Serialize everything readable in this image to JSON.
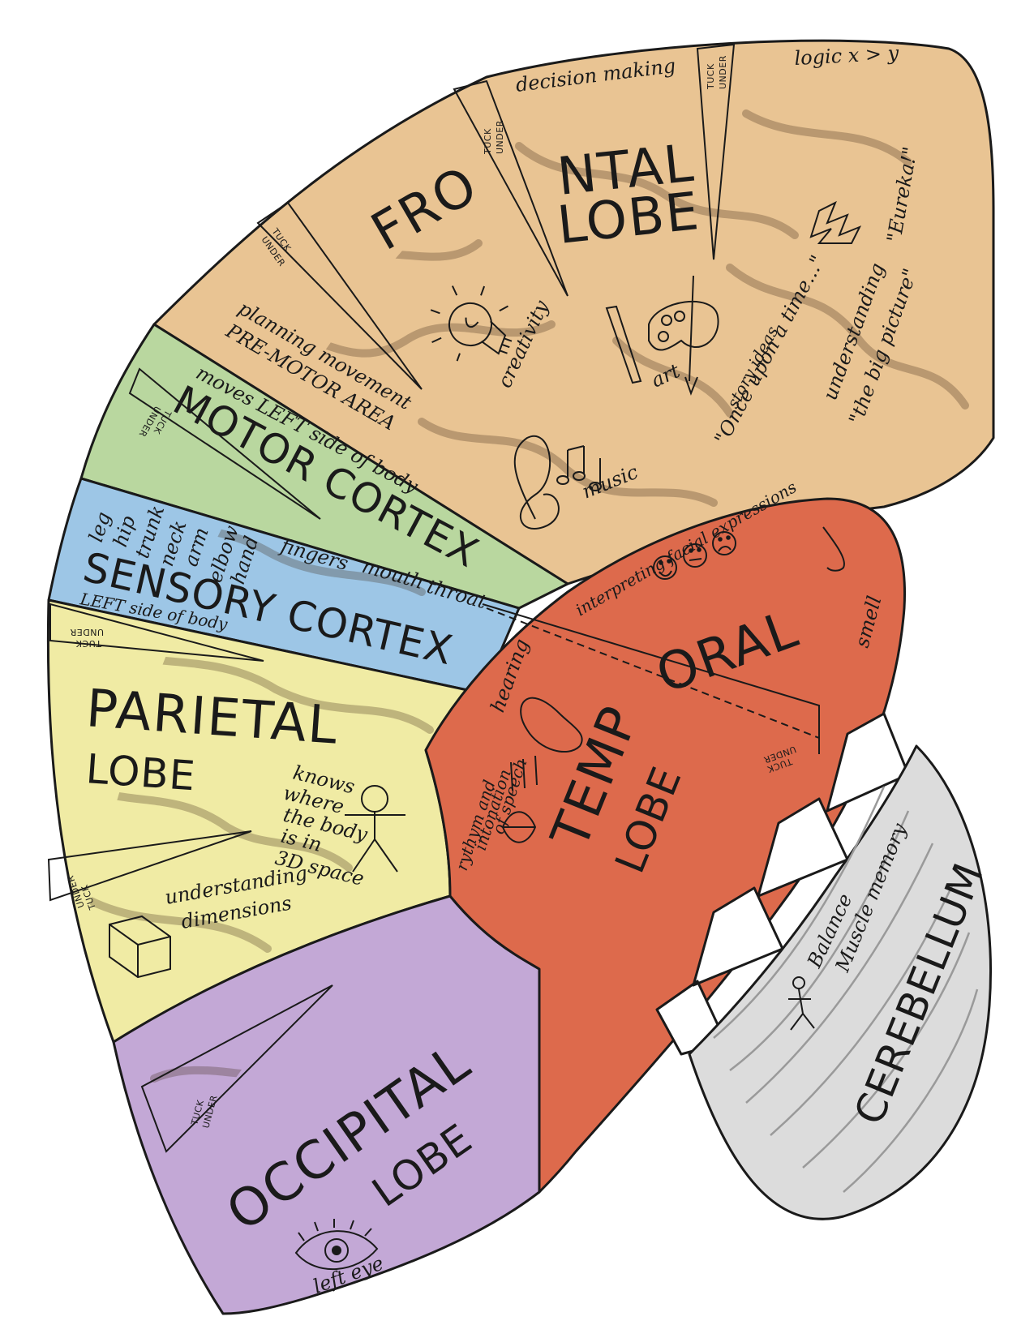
{
  "colors": {
    "frontal": "#e9c493",
    "motor": "#b9d79f",
    "sensory": "#9dc6e6",
    "parietal": "#f0eba4",
    "occipital": "#c3a8d6",
    "temporal": "#dd6a4c",
    "cerebellum": "#dcdcdc",
    "tuck_flap": "#f6e6c6"
  },
  "frontal": {
    "title_line1a": "FRO",
    "title_line1b": "NTAL",
    "title_line2": "LOBE",
    "decision": "decision making",
    "logic": "logic  x > y",
    "eureka": "\"Eureka!\"",
    "creativity": "creativity",
    "art": "art",
    "music": "music",
    "story1": "story ideas",
    "story2": "\"Once upon a time...\"",
    "understanding1": "understanding",
    "understanding2": "\"the big picture\"",
    "planning": "planning movement",
    "premotor": "PRE-MOTOR AREA"
  },
  "motor": {
    "moves": "moves LEFT side of body",
    "title": "MOTOR CORTEX"
  },
  "sensory": {
    "body_parts": [
      "leg",
      "hip",
      "trunk",
      "neck",
      "arm",
      "elbow",
      "hand"
    ],
    "fingers": "fingers",
    "mouth": "mouth",
    "throat": "throat",
    "title": "SENSORY CORTEX",
    "left_side": "LEFT side of body"
  },
  "parietal": {
    "title_line1": "PARIETAL",
    "title_line2": "LOBE",
    "knows": [
      "knows",
      "where",
      "the body",
      "is in",
      "3D space"
    ],
    "dimensions1": "understanding",
    "dimensions2": "dimensions"
  },
  "occipital": {
    "title_line1": "OCCIPITAL",
    "title_line2": "LOBE",
    "left_eye": "left eye"
  },
  "temporal": {
    "title_a": "TEMP",
    "title_b": "ORAL",
    "title_line2": "LOBE",
    "facial": "interpreting facial expressions",
    "smell": "smell",
    "hearing": "hearing",
    "rhythm": [
      "rythym and",
      "intonation",
      "of speech"
    ]
  },
  "cerebellum": {
    "title": "CEREBELLUM",
    "balance": "Balance",
    "muscle": "Muscle memory"
  },
  "tuck": {
    "line1": "TUCK",
    "line2": "UNDER"
  }
}
